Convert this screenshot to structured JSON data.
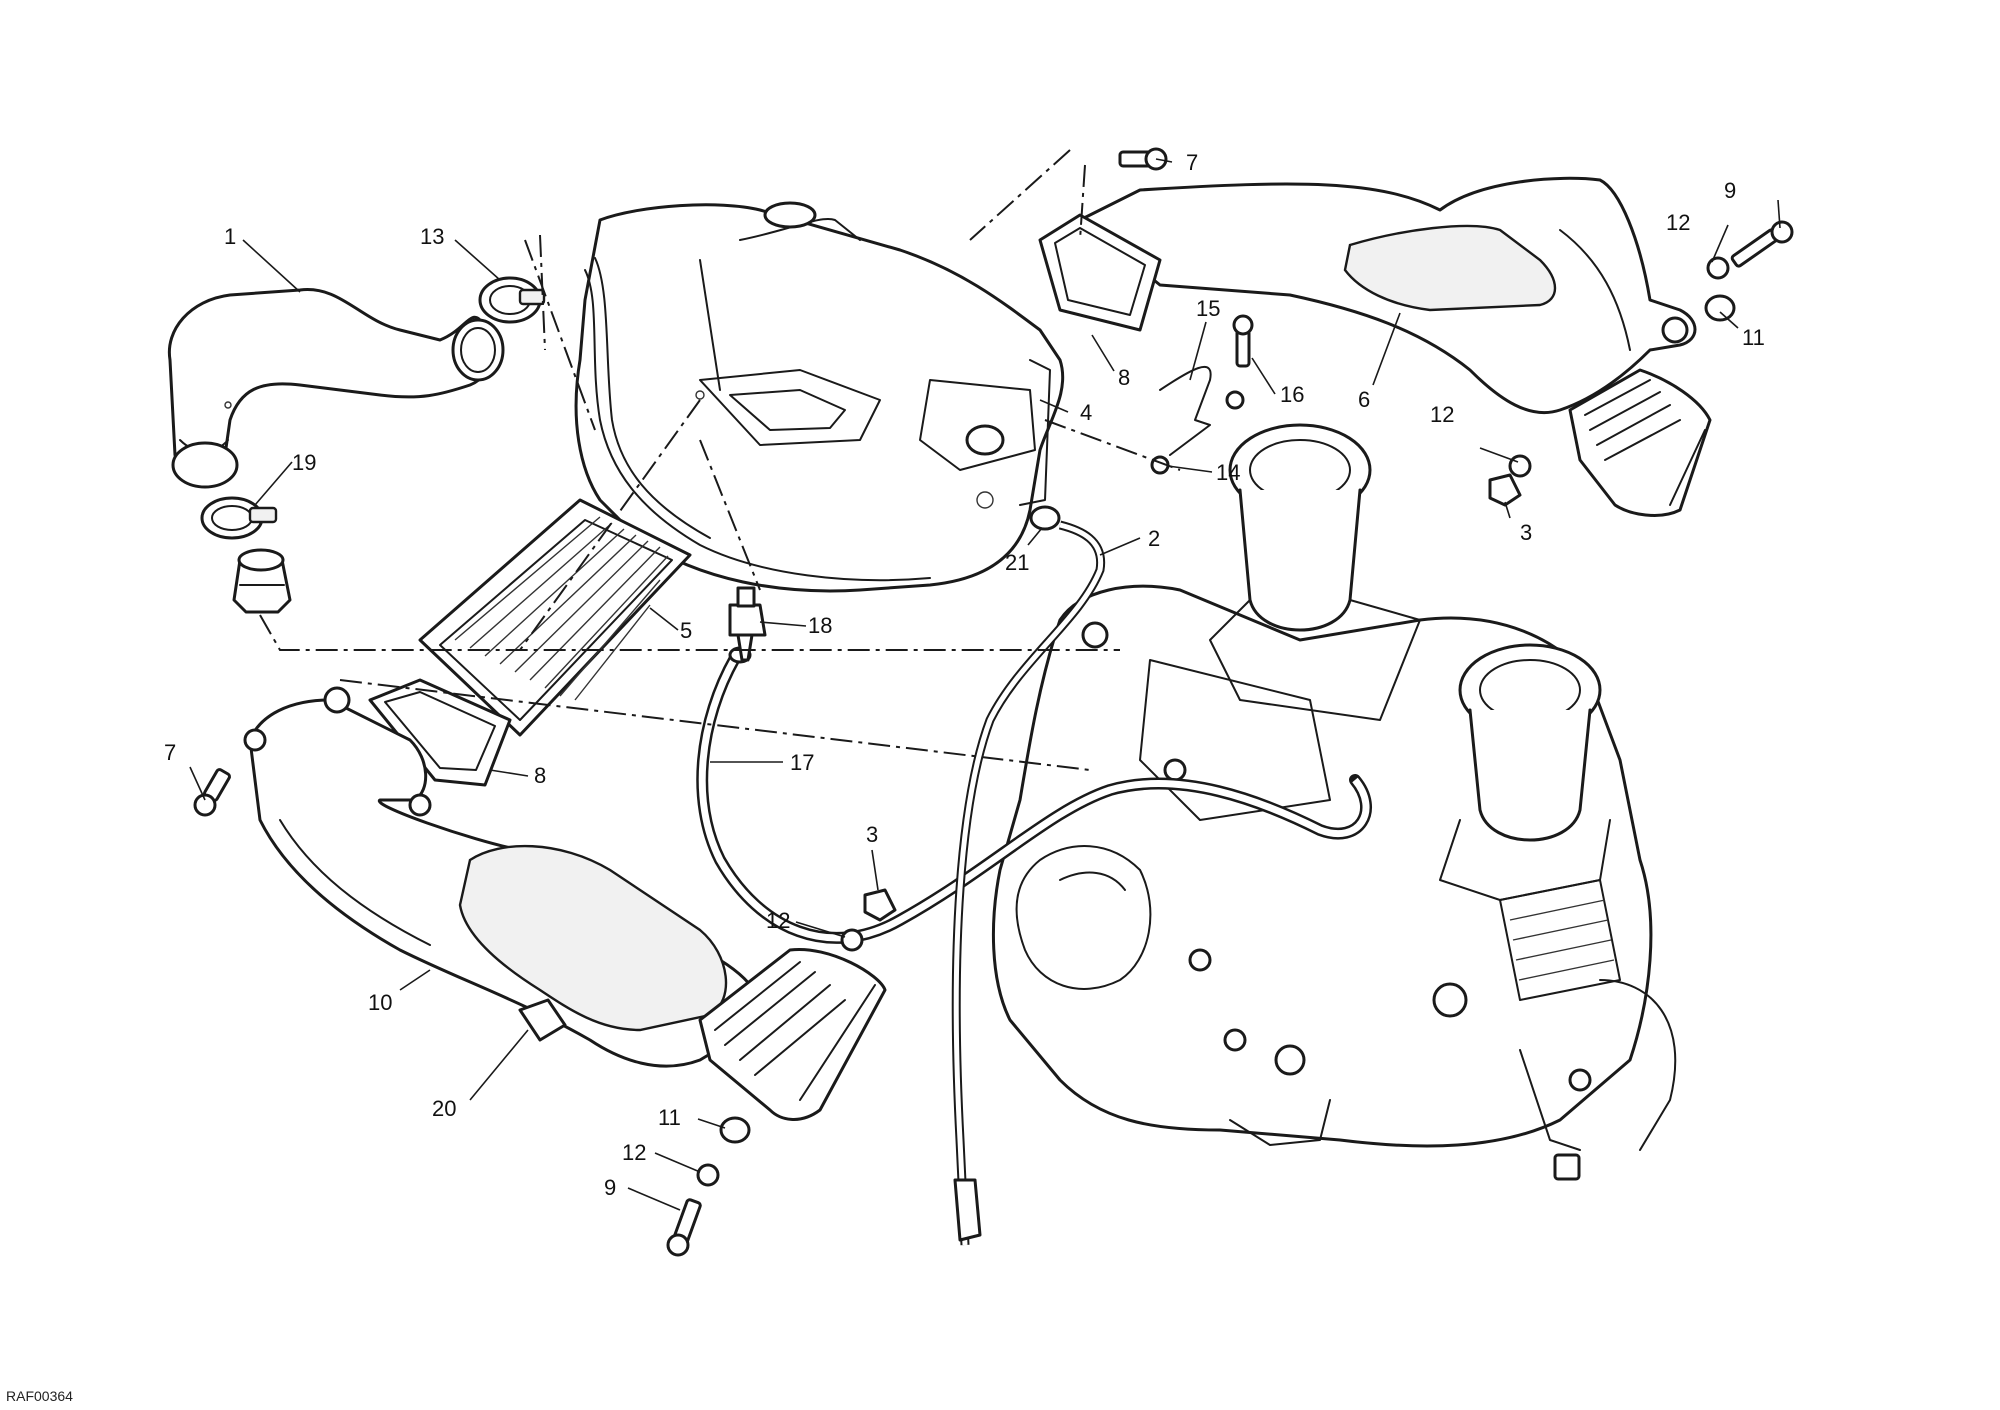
{
  "drawing_code": "RAF00364",
  "callouts": {
    "c1": "1",
    "c13": "13",
    "c19": "19",
    "c4": "4",
    "c5": "5",
    "c18": "18",
    "c7a": "7",
    "c8a": "8",
    "c15": "15",
    "c16": "16",
    "c14": "14",
    "c21": "21",
    "c2": "2",
    "c6": "6",
    "c9a": "9",
    "c12a": "12",
    "c11a": "11",
    "c12b": "12",
    "c3a": "3",
    "c7b": "7",
    "c8b": "8",
    "c17": "17",
    "c3b": "3",
    "c12c": "12",
    "c10": "10",
    "c20": "20",
    "c11b": "11",
    "c12d": "12",
    "c9b": "9"
  }
}
